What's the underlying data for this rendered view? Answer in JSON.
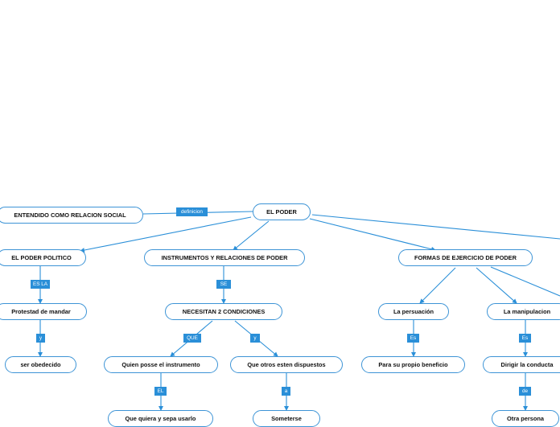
{
  "nodes": {
    "root": "EL PODER",
    "social": "ENTENDIDO COMO RELACION SOCIAL",
    "politico": "EL PODER POLITICO",
    "instrumentos": "INSTRUMENTOS Y RELACIONES DE PODER",
    "formas": "FORMAS DE EJERCICIO DE PODER",
    "protestad": "Protestad de mandar",
    "obedecido": "ser obedecido",
    "condiciones": "NECESITAN 2 CONDICIONES",
    "posee": "Quien posse el instrumento",
    "otros": "Que otros esten dispuestos",
    "quiera": "Que quiera y sepa usarlo",
    "someterse": "Someterse",
    "persuasion": "La persuación",
    "beneficio": "Para su propio beneficio",
    "manipulacion": "La manipulacion",
    "conducta": "Dirigir la conducta",
    "persona": "Otra persona"
  },
  "labels": {
    "definicion": "definicion",
    "es_la": "ES LA",
    "y1": "y",
    "se": "SE",
    "que": "QUE",
    "y2": "y",
    "el": "EL",
    "a": "a",
    "es1": "Es",
    "es2": "Es",
    "de": "de"
  }
}
